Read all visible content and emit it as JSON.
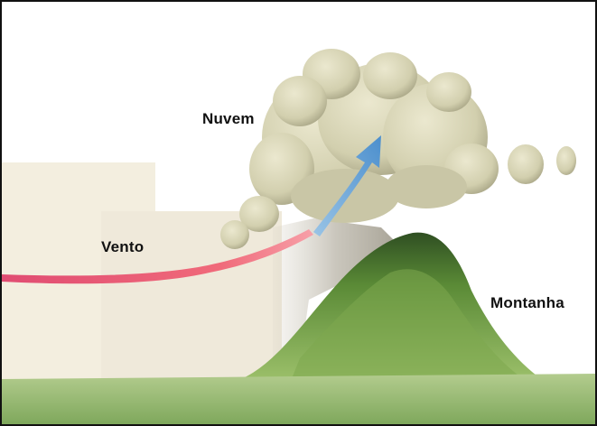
{
  "labels": {
    "cloud": "Nuvem",
    "wind": "Vento",
    "mountain": "Montanha"
  },
  "colors": {
    "sky": "#ffffff",
    "haze": "#f3eedf",
    "cloud": "#d9d6b6",
    "cloud_shadow": "#b7b495",
    "mountain_light": "#8fb25a",
    "mountain_dark": "#3e6a2a",
    "ground": "#a6c283",
    "wind_arrow": "#e8506a",
    "rising_air_arrow": "#6aa8d8"
  },
  "icons": {
    "wind": "red-wind-arrow",
    "rising_air": "blue-updraft-arrow"
  }
}
